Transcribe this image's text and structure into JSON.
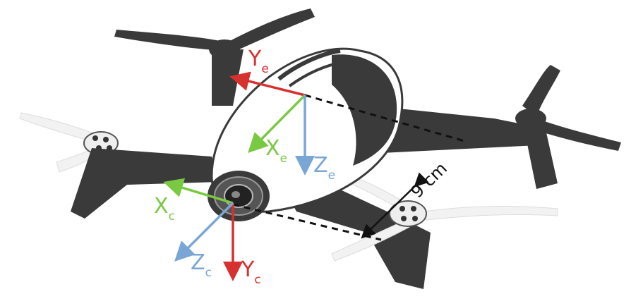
{
  "diagram": {
    "frames": {
      "e": {
        "x_label": "X",
        "y_label": "Y",
        "z_label": "Z",
        "subscript": "e"
      },
      "c": {
        "x_label": "X",
        "y_label": "Y",
        "z_label": "Z",
        "subscript": "c"
      }
    },
    "distance_label": "9 cm",
    "colors": {
      "x_axis": "#7ac943",
      "y_axis": "#d6302f",
      "z_axis": "#7aa6d6",
      "drone_body": "#3a3a3a",
      "drone_shell": "#ffffff"
    },
    "icons": [
      "drone-illustration"
    ]
  }
}
